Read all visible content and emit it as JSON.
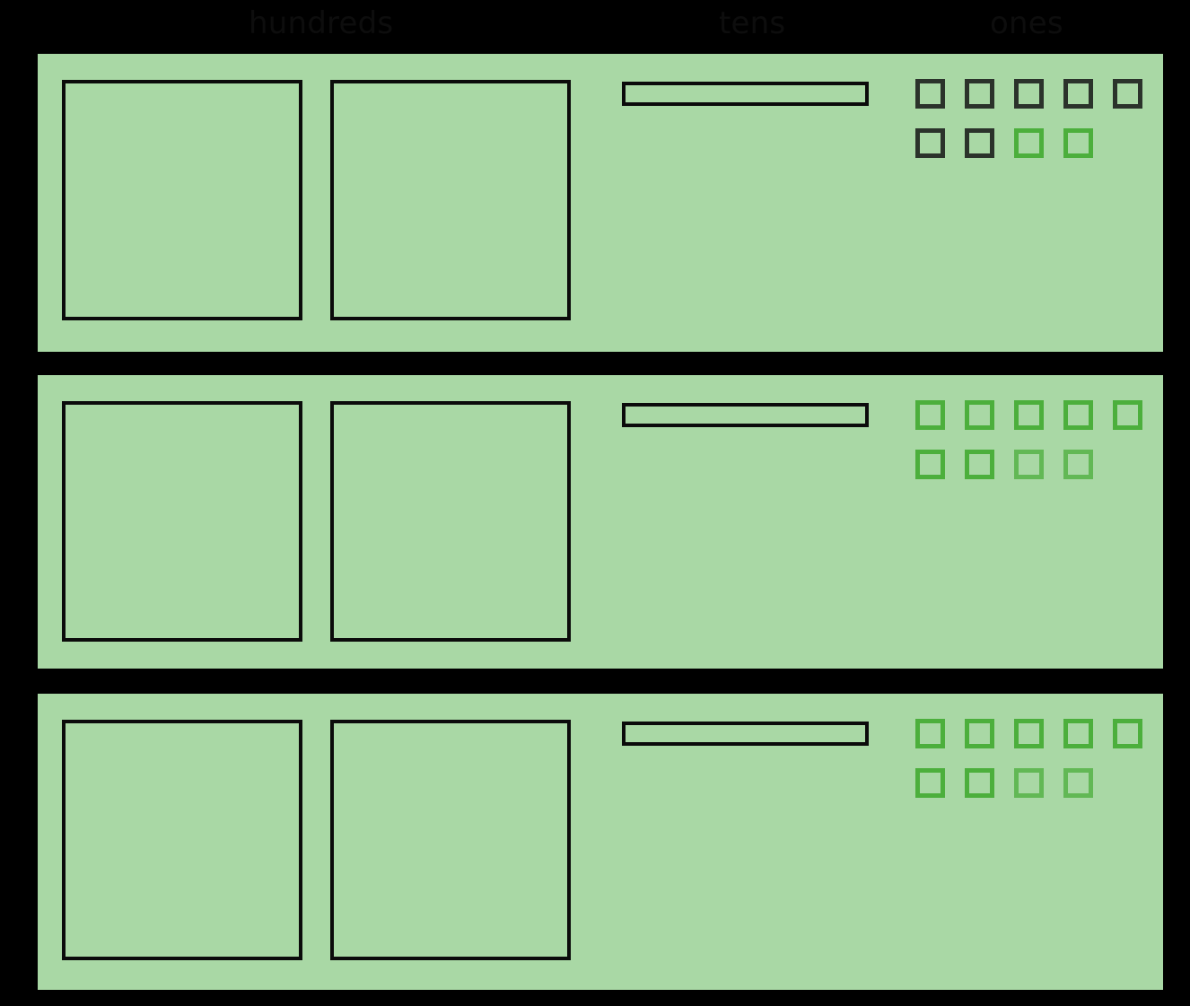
{
  "headers": {
    "hundreds": "hundreds",
    "tens": "tens",
    "ones": "ones"
  },
  "colors": {
    "page_background": "#000000",
    "panel_background": "#a9d8a5",
    "block_outline_black": "#0b0b0b",
    "unit_outline_dark": "#2b332b",
    "unit_outline_green": "#4caf3c",
    "unit_outline_green_faded": "#62b855",
    "header_text": "#0d0d0d"
  },
  "rows": [
    {
      "id": "row-1",
      "hundreds_count": 2,
      "tens_count": 1,
      "ones_count": 9,
      "ones_states": [
        "dark",
        "dark",
        "dark",
        "dark",
        "dark",
        "dark",
        "dark",
        "green",
        "green"
      ]
    },
    {
      "id": "row-2",
      "hundreds_count": 2,
      "tens_count": 1,
      "ones_count": 9,
      "ones_states": [
        "green",
        "green",
        "green",
        "green",
        "green",
        "green",
        "green",
        "green-faded",
        "green-faded"
      ]
    },
    {
      "id": "row-3",
      "hundreds_count": 2,
      "tens_count": 1,
      "ones_count": 9,
      "ones_states": [
        "green",
        "green",
        "green",
        "green",
        "green",
        "green",
        "green",
        "green-faded",
        "green-faded"
      ]
    }
  ]
}
